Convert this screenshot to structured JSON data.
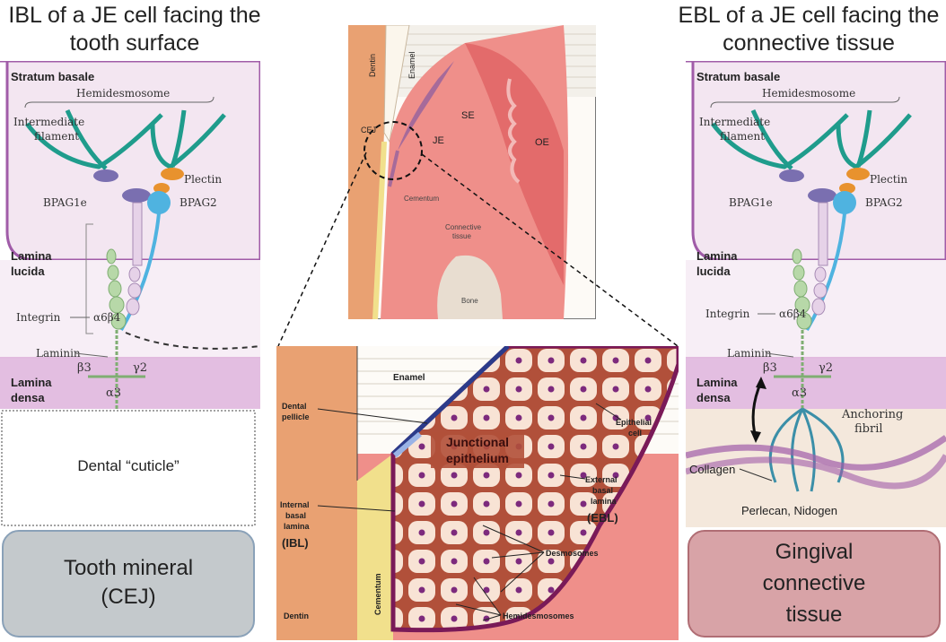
{
  "titles": {
    "left": "IBL of a JE cell facing the tooth surface",
    "right": "EBL of a JE cell facing the connective tissue"
  },
  "left_panel": {
    "stratum_basale": "Stratum basale",
    "hemidesmosome": "Hemidesmosome",
    "intermediate_filament_1": "Intermediate",
    "intermediate_filament_2": "filament",
    "plectin": "Plectin",
    "bpag1e": "BPAG1e",
    "bpag2": "BPAG2",
    "lamina_lucida_1": "Lamina",
    "lamina_lucida_2": "lucida",
    "integrin": "Integrin",
    "alpha6beta4": "α6β4",
    "laminin": "Laminin",
    "beta3": "β3",
    "gamma2": "γ2",
    "alpha3": "α3",
    "lamina_densa_1": "Lamina",
    "lamina_densa_2": "densa",
    "dental_cuticle": "Dental “cuticle”",
    "tooth_mineral_1": "Tooth mineral",
    "tooth_mineral_2": "(CEJ)"
  },
  "right_panel": {
    "stratum_basale": "Stratum basale",
    "hemidesmosome": "Hemidesmosome",
    "intermediate_filament_1": "Intermediate",
    "intermediate_filament_2": "filament",
    "plectin": "Plectin",
    "bpag1e": "BPAG1e",
    "bpag2": "BPAG2",
    "lamina_lucida_1": "Lamina",
    "lamina_lucida_2": "lucida",
    "integrin": "Integrin",
    "alpha6beta4": "α6β4",
    "laminin": "Laminin",
    "beta3": "β3",
    "gamma2": "γ2",
    "alpha3": "α3",
    "lamina_densa_1": "Lamina",
    "lamina_densa_2": "densa",
    "anchoring_fibril_1": "Anchoring",
    "anchoring_fibril_2": "fibril",
    "collagen": "Collagen",
    "perlecan": "Perlecan, Nidogen",
    "gingival_1": "Gingival",
    "gingival_2": "connective",
    "gingival_3": "tissue"
  },
  "top_center": {
    "dentin": "Dentin",
    "enamel": "Enamel",
    "cej": "CEJ",
    "se": "SE",
    "je": "JE",
    "oe": "OE",
    "cementum": "Cementum",
    "connective_1": "Connective",
    "connective_2": "tissue",
    "bone": "Bone"
  },
  "bottom_center": {
    "enamel": "Enamel",
    "dental_pellicle_1": "Dental",
    "dental_pellicle_2": "pellicle",
    "junctional_1": "Junctional",
    "junctional_2": "epithelium",
    "epithelial_cell_1": "Epithelial",
    "epithelial_cell_2": "cell",
    "external_1": "External",
    "external_2": "basal",
    "external_3": "lamina",
    "ebl": "(EBL)",
    "internal_1": "Internal",
    "internal_2": "basal",
    "internal_3": "lamina",
    "ibl": "(IBL)",
    "desmosomes": "Desmosomes",
    "hemidesmosomes": "Hemidesmosomes",
    "cementum": "Cementum",
    "dentin": "Dentin"
  },
  "colors": {
    "membrane": "#a05ca8",
    "cell_fill": "#f3e6f1",
    "filament": "#1f9c8c",
    "plectin": "#e8922e",
    "bpag1e": "#7a6fb0",
    "bpag2": "#4fb3e0",
    "integrin": "#b7d8a8",
    "lamina_densa": "#d9a6d6",
    "tooth_box": "#c4c9cc",
    "gingival_box": "#d8a3a7",
    "dentin": "#e9a172",
    "cementum": "#f1e08c",
    "connective": "#ef8f8a",
    "je_cell": "#f8e3d5",
    "je_border": "#b1503a",
    "nucleus": "#7d2a7d",
    "ebl_line": "#7a1a58"
  }
}
